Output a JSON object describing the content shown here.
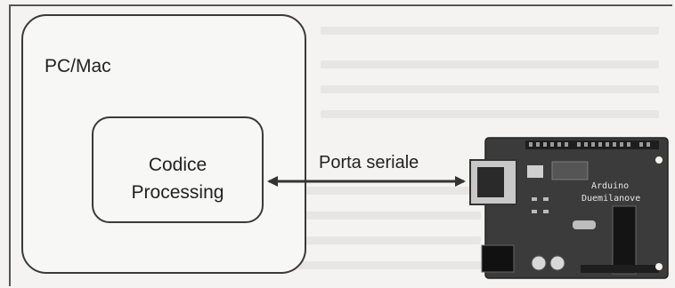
{
  "diagram": {
    "computer_label": "PC/Mac",
    "code_label_line1": "Codice",
    "code_label_line2": "Processing",
    "connection_label": "Porta seriale",
    "board_brand": "Arduino",
    "board_model": "Duemilanove"
  },
  "colors": {
    "board": "#3b3b3b",
    "outline": "#3a3a3a",
    "page": "#f4f3f1"
  },
  "icons": [
    "arduino-board-icon",
    "usb-connector-icon",
    "double-arrow-icon"
  ]
}
